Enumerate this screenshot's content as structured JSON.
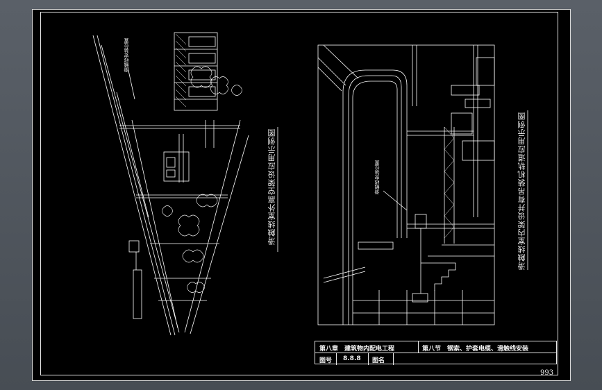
{
  "left_panel": {
    "title": "滑触线室外高空架设应用示例图",
    "label": "滑触线安装位置"
  },
  "right_panel": {
    "title": "滑触线室内架设并有吊装机轨道应用示例图",
    "label": "滑触线安装位置"
  },
  "title_block": {
    "chapter": "第八章　建筑物内配电工程",
    "section": "第八节　钢索、护套电缆、滑触线安装",
    "fig_no_label": "图号",
    "fig_no": "8.8.8",
    "fig_name_label": "图名"
  },
  "page_number": "993",
  "colors": {
    "background": "#000000",
    "lines": "#ffffff",
    "viewport": "#4a5057"
  }
}
